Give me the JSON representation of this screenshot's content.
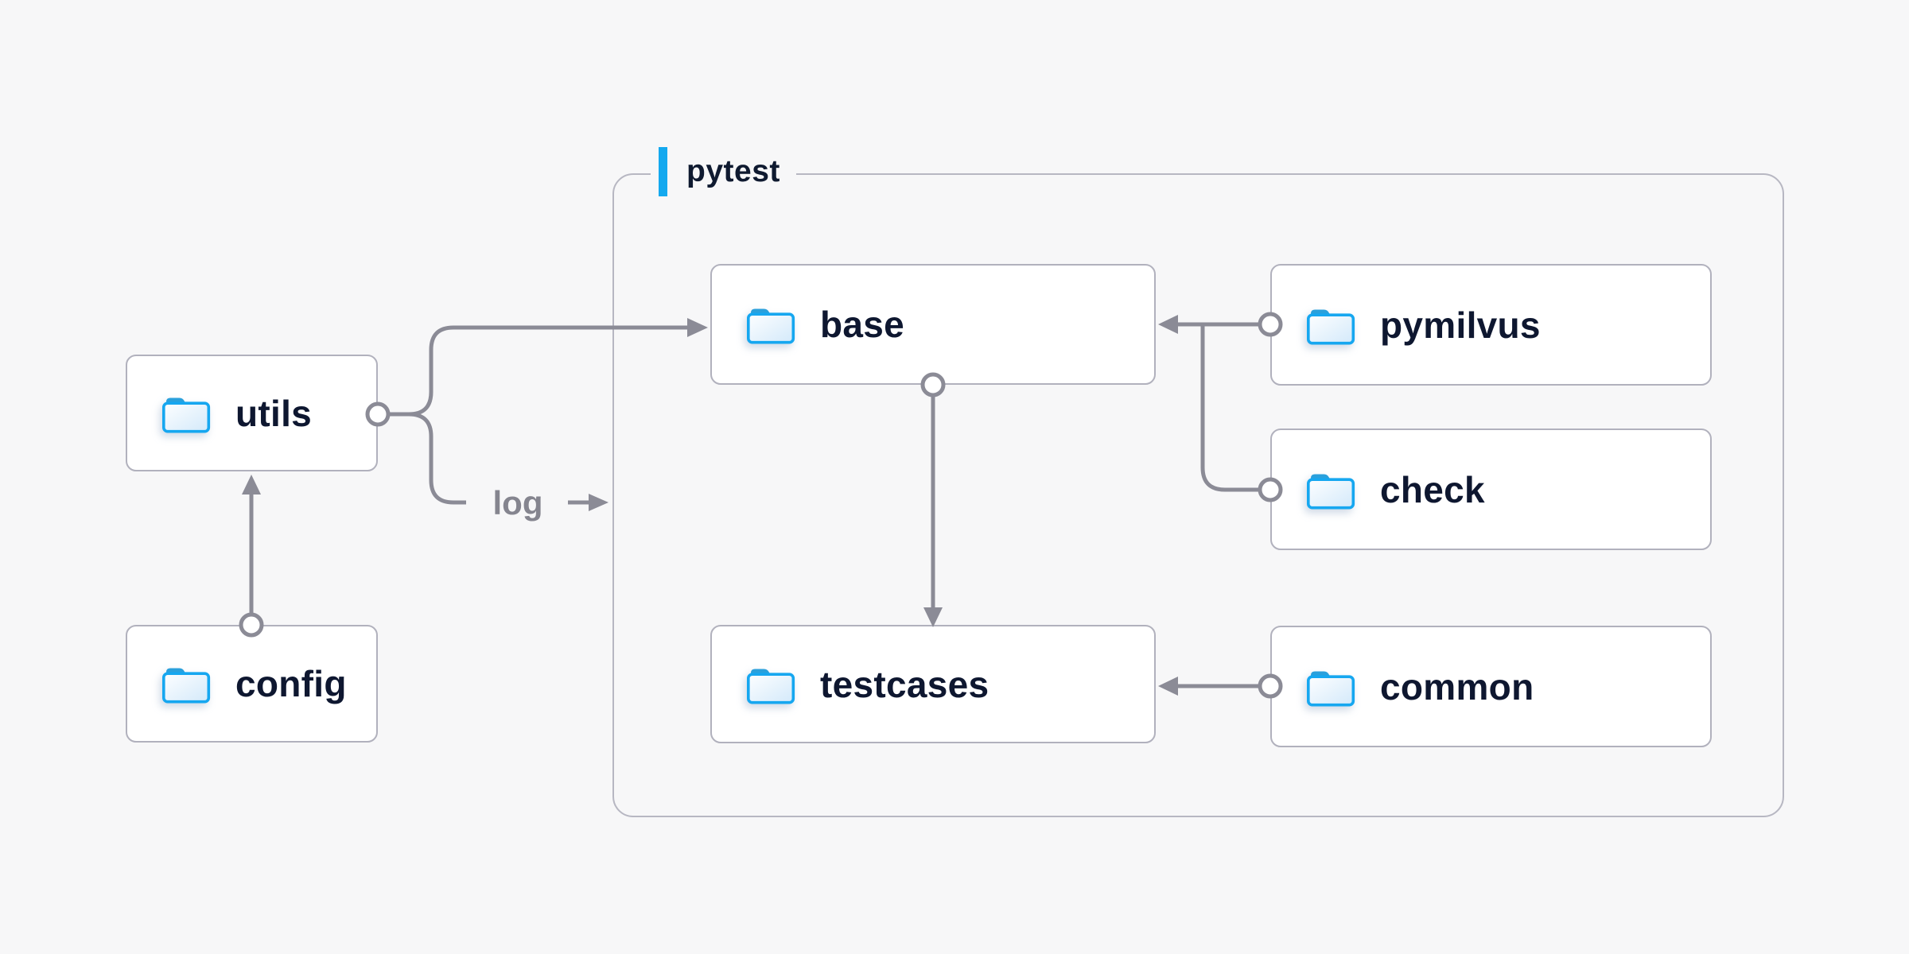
{
  "page": {
    "background_color": "#f7f7f8"
  },
  "group": {
    "label": "pytest",
    "accent_color": "#14a9ef"
  },
  "nodes": {
    "utils": {
      "label": "utils",
      "icon": "folder-icon"
    },
    "config": {
      "label": "config",
      "icon": "folder-icon"
    },
    "base": {
      "label": "base",
      "icon": "folder-icon"
    },
    "pymilvus": {
      "label": "pymilvus",
      "icon": "folder-icon"
    },
    "check": {
      "label": "check",
      "icon": "folder-icon"
    },
    "testcases": {
      "label": "testcases",
      "icon": "folder-icon"
    },
    "common": {
      "label": "common",
      "icon": "folder-icon"
    }
  },
  "edges": [
    {
      "from": "config",
      "to": "utils"
    },
    {
      "from": "utils",
      "to": "base"
    },
    {
      "from": "utils",
      "to": "pytest-group",
      "label": "log"
    },
    {
      "from": "pymilvus",
      "to": "base"
    },
    {
      "from": "check",
      "to": "base"
    },
    {
      "from": "base",
      "to": "testcases"
    },
    {
      "from": "common",
      "to": "testcases"
    }
  ],
  "colors": {
    "line": "#8b8b96",
    "node_border": "#b1b1bd",
    "group_border": "#b7b7c2",
    "text": "#0e1730",
    "node_background": "#ffffff",
    "accent_blue": "#14a9ef",
    "folder_blue": "#16a7f0"
  }
}
